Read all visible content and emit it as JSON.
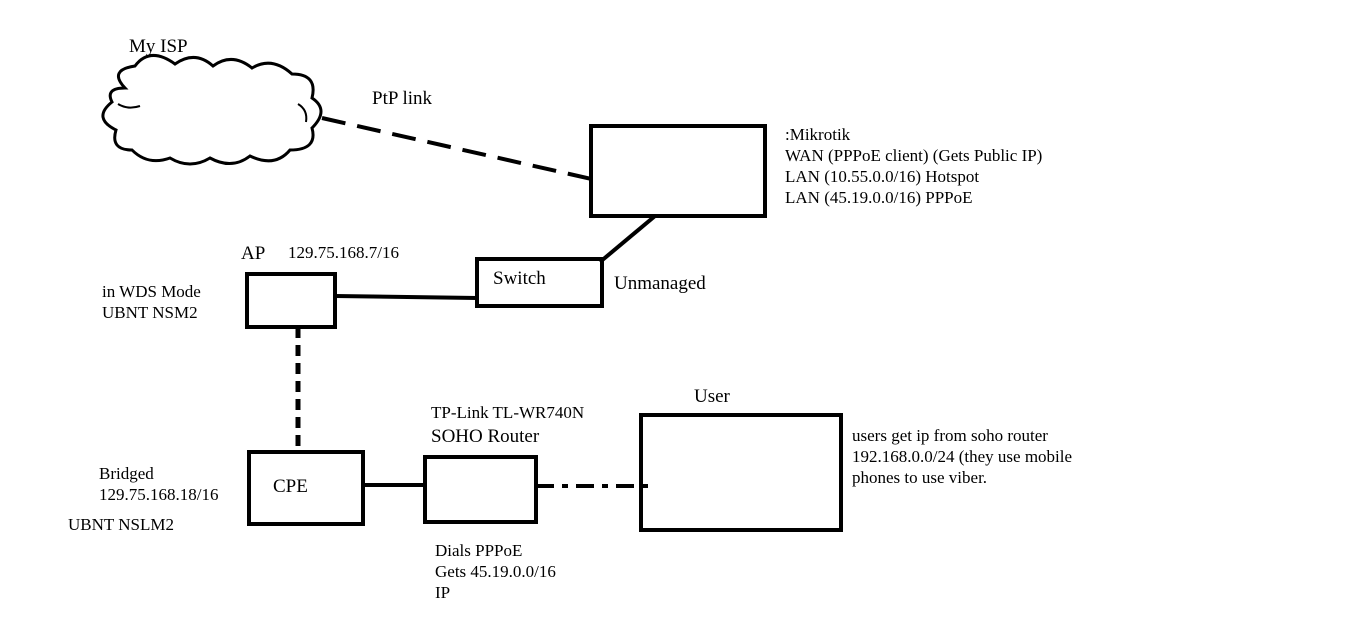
{
  "cloud": {
    "label": "My ISP"
  },
  "links": {
    "ptp_label": "PtP link"
  },
  "mikrotik": {
    "lines": [
      ":Mikrotik",
      "WAN (PPPoE client) (Gets Public IP)",
      "LAN (10.55.0.0/16) Hotspot",
      "LAN (45.19.0.0/16) PPPoE"
    ]
  },
  "switch": {
    "label": "Switch",
    "note": "Unmanaged"
  },
  "ap": {
    "title": "AP",
    "ip": "129.75.168.7/16",
    "mode": "in WDS Mode",
    "model": "UBNT NSM2"
  },
  "cpe": {
    "label": "CPE",
    "mode": "Bridged",
    "ip": "129.75.168.18/16",
    "model": "UBNT NSLM2"
  },
  "soho": {
    "model": "TP-Link TL-WR740N",
    "title": "SOHO Router",
    "notes": [
      "Dials PPPoE",
      "Gets 45.19.0.0/16",
      "IP"
    ]
  },
  "user": {
    "title": "User",
    "notes": [
      "users get ip from soho router",
      "192.168.0.0/24 (they use mobile",
      "phones to use viber."
    ]
  }
}
